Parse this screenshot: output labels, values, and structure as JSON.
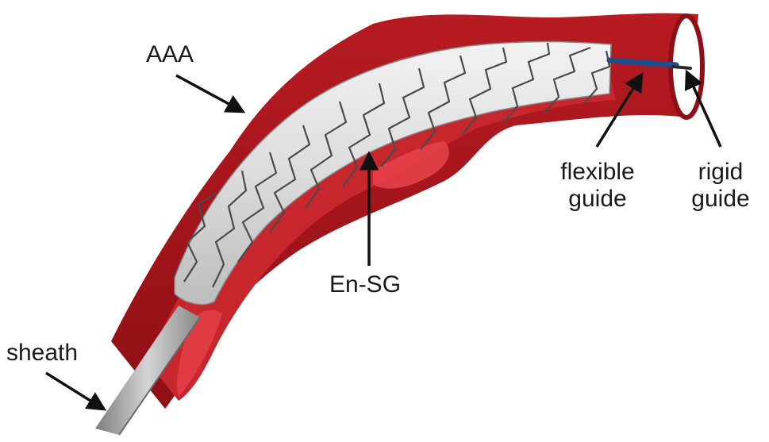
{
  "labels": {
    "aaa": "AAA",
    "en_sg": "En-SG",
    "sheath": "sheath",
    "flexible_guide_line1": "flexible",
    "flexible_guide_line2": "guide",
    "rigid_guide_line1": "rigid",
    "rigid_guide_line2": "guide"
  },
  "colors": {
    "vessel_wall": "#a5151c",
    "vessel_inner": "#c8262d",
    "vessel_highlight": "#e8434a",
    "stent_graft_fabric": "#e3e3e3",
    "stent_wire": "#4a4a4a",
    "sheath": "#9a9a9a",
    "flexible_guide": "#1f4e8c",
    "rigid_guide": "#2a2a2a",
    "arrow": "#111111",
    "text": "#1a1a1a"
  }
}
